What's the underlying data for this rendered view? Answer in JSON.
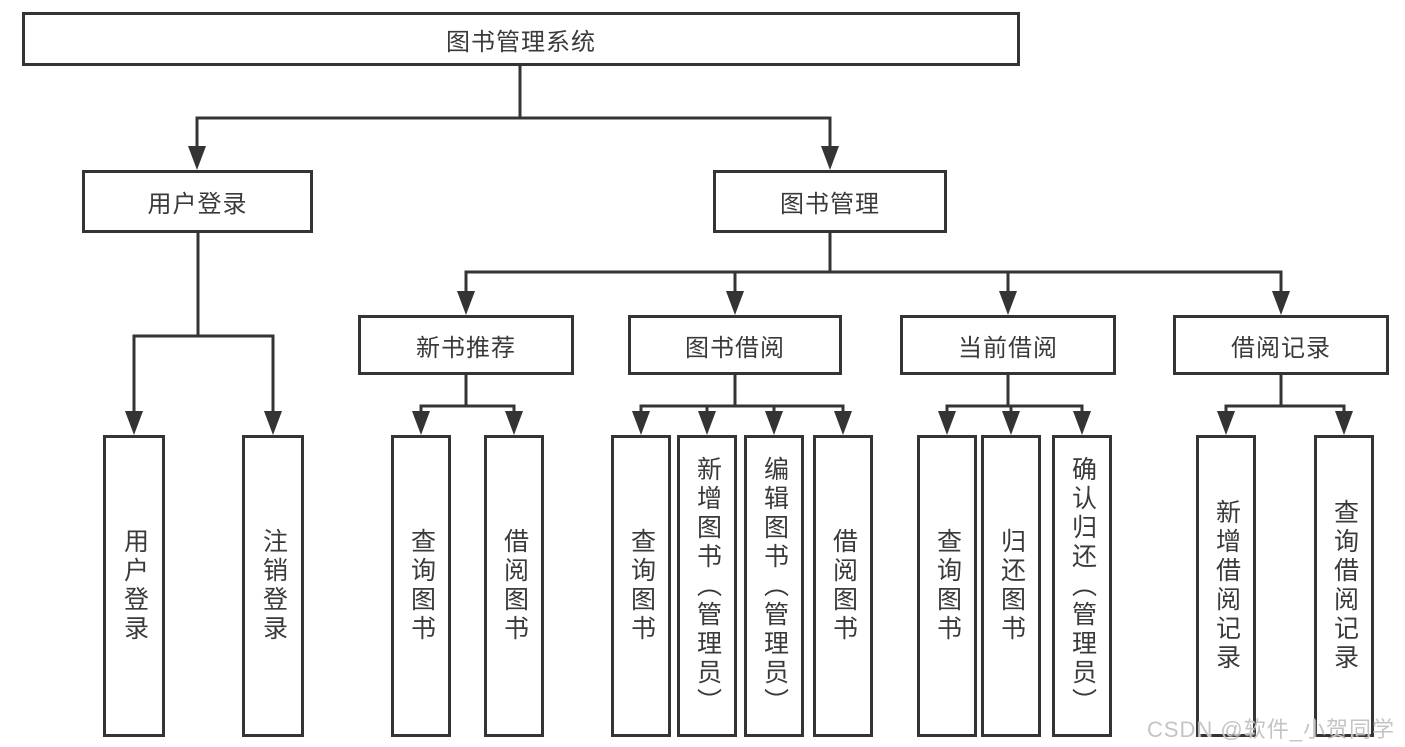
{
  "diagram": {
    "root": {
      "label": "图书管理系统"
    },
    "level2": [
      {
        "label": "用户登录"
      },
      {
        "label": "图书管理"
      }
    ],
    "level3": [
      {
        "label": "新书推荐"
      },
      {
        "label": "图书借阅"
      },
      {
        "label": "当前借阅"
      },
      {
        "label": "借阅记录"
      }
    ],
    "leaves": [
      {
        "label": "用户登录"
      },
      {
        "label": "注销登录"
      },
      {
        "label": "查询图书"
      },
      {
        "label": "借阅图书"
      },
      {
        "label": "查询图书"
      },
      {
        "label": "新增图书（管理员）"
      },
      {
        "label": "编辑图书（管理员）"
      },
      {
        "label": "借阅图书"
      },
      {
        "label": "查询图书"
      },
      {
        "label": "归还图书"
      },
      {
        "label": "确认归还（管理员）"
      },
      {
        "label": "新增借阅记录"
      },
      {
        "label": "查询借阅记录"
      }
    ]
  },
  "watermark": {
    "text": "CSDN @软件_小贺同学"
  },
  "colors": {
    "line": "#343434",
    "text": "#3a3a3a",
    "box_background": "#ffffff",
    "watermark": "#c4c4c4"
  }
}
